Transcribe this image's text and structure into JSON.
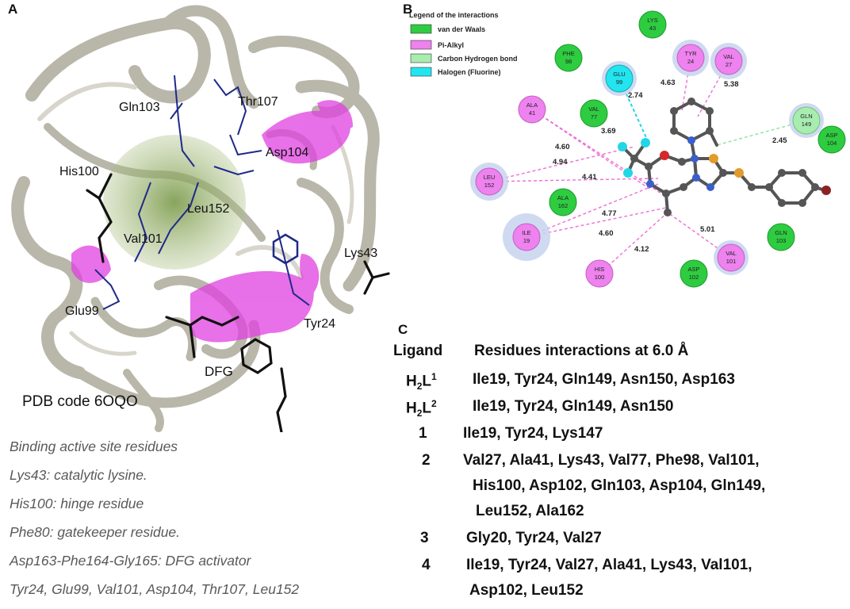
{
  "panels": {
    "a": "A",
    "b": "B",
    "c": "C"
  },
  "panelA": {
    "labels": {
      "gln103": "Gln103",
      "thr107": "Thr107",
      "asp104": "Asp104",
      "his100": "His100",
      "leu152": "Leu152",
      "val101": "Val101",
      "lys43": "Lys43",
      "glu99": "Glu99",
      "tyr24": "Tyr24",
      "dfg": "DFG"
    },
    "pdb": "PDB code 6OQO"
  },
  "notes": [
    "Binding active site residues",
    "Lys43: catalytic lysine.",
    "His100: hinge residue",
    "Phe80: gatekeeper residue.",
    "Asp163-Phe164-Gly165: DFG activator",
    "Tyr24, Glu99, Val101, Asp104, Thr107, Leu152"
  ],
  "legend": {
    "title": "Legend of the interactions",
    "items": [
      {
        "label": "van der Waals",
        "color": "#2ecc40"
      },
      {
        "label": "Pi-Alkyl",
        "color": "#ee82ee"
      },
      {
        "label": "Carbon Hydrogen bond",
        "color": "#a8ecb0"
      },
      {
        "label": "Halogen (Fluorine)",
        "color": "#22e5ef"
      }
    ]
  },
  "residues": {
    "lys43": [
      "LYS",
      "43"
    ],
    "phe98": [
      "PHE",
      "98"
    ],
    "tyr24": [
      "TYR",
      "24"
    ],
    "val27": [
      "VAL",
      "27"
    ],
    "glu99": [
      "GLU",
      "99"
    ],
    "ala41": [
      "ALA",
      "41"
    ],
    "val77": [
      "VAL",
      "77"
    ],
    "gln149": [
      "GLN",
      "149"
    ],
    "asp104": [
      "ASP",
      "104"
    ],
    "leu152": [
      "LEU",
      "152"
    ],
    "ala162": [
      "ALA",
      "162"
    ],
    "ile19": [
      "ILE",
      "19"
    ],
    "gln103": [
      "GLN",
      "103"
    ],
    "his100": [
      "HIS",
      "100"
    ],
    "asp102": [
      "ASP",
      "102"
    ],
    "val101": [
      "VAL",
      "101"
    ]
  },
  "distances": {
    "glu99": "2.74",
    "tyr24": "4.63",
    "val27": "5.38",
    "ala41a": "3.69",
    "ala41b": "4.60",
    "leu152a": "4.94",
    "leu152b": "4.41",
    "gln149": "2.45",
    "ile19a": "4.77",
    "ile19b": "4.60",
    "his100": "4.12",
    "val101": "5.01"
  },
  "tableC": {
    "col1": "Ligand",
    "col2": "Residues interactions at 6.0 Å",
    "rows": [
      {
        "ligand_base": "H",
        "ligand_sub": "2",
        "ligand_l": "L",
        "ligand_sup": "1",
        "residues": [
          "Ile19, Tyr24, Gln149, Asn150, Asp163"
        ]
      },
      {
        "ligand_base": "H",
        "ligand_sub": "2",
        "ligand_l": "L",
        "ligand_sup": "2",
        "residues": [
          "Ile19, Tyr24, Gln149, Asn150"
        ]
      },
      {
        "ligand": "1",
        "residues": [
          "Ile19, Tyr24, Lys147"
        ]
      },
      {
        "ligand": "2",
        "residues": [
          "Val27, Ala41, Lys43, Val77, Phe98, Val101,",
          "His100, Asp102, Gln103, Asp104, Gln149,",
          "Leu152, Ala162"
        ]
      },
      {
        "ligand": "3",
        "residues": [
          "Gly20, Tyr24, Val27"
        ]
      },
      {
        "ligand": "4",
        "residues": [
          "Ile19, Tyr24, Val27, Ala41, Lys43, Val101,",
          "Asp102, Leu152"
        ]
      }
    ]
  }
}
